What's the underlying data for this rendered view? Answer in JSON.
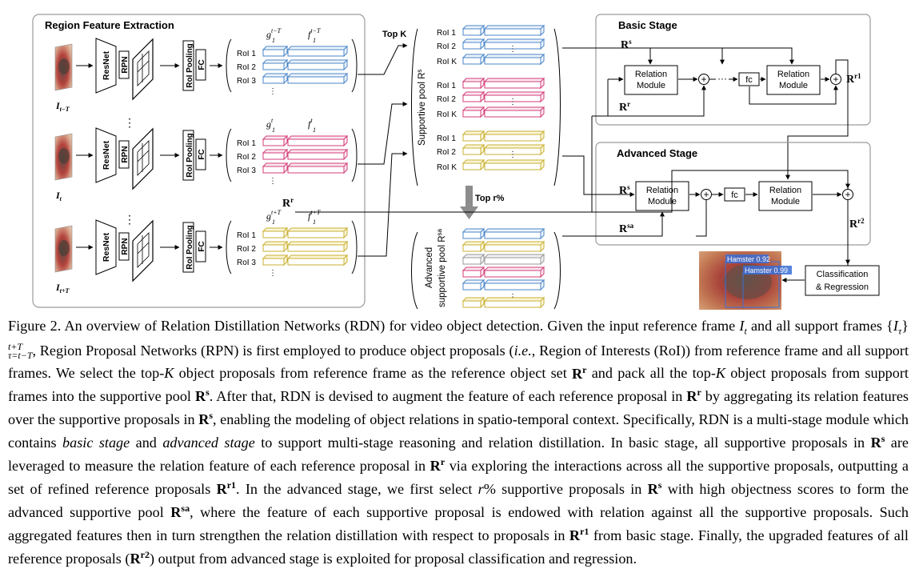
{
  "extraction": {
    "title": "Region Feature Extraction",
    "resnet": "ResNet",
    "rpn": "RPN",
    "roi_pooling": "RoI Pooling",
    "fc": "FC",
    "frames": [
      {
        "label": "I",
        "sub": "t−T",
        "g": "g",
        "g_sub": "1",
        "g_sup": "t−T",
        "f": "f",
        "f_sub": "1",
        "f_sup": "t−T",
        "rois": [
          "RoI 1",
          "RoI 2",
          "RoI 3"
        ],
        "color": "#4a86c8",
        "fill": "#eef4fb"
      },
      {
        "label": "I",
        "sub": "t",
        "g": "g",
        "g_sub": "1",
        "g_sup": "t",
        "f": "f",
        "f_sub": "1",
        "f_sup": "t",
        "rois": [
          "RoI 1",
          "RoI 2",
          "RoI 3"
        ],
        "color": "#d33d78",
        "fill": "#fbe8ef"
      },
      {
        "label": "I",
        "sub": "t+T",
        "g": "g",
        "g_sub": "1",
        "g_sup": "t+T",
        "f": "f",
        "f_sub": "1",
        "f_sup": "t+T",
        "rois": [
          "RoI 1",
          "RoI 2",
          "RoI 3"
        ],
        "color": "#c9b030",
        "fill": "#fbf5d9"
      }
    ],
    "dots": "⋮",
    "rr_label": "R",
    "rr_sup": "r"
  },
  "pool": {
    "top_k": "Top K",
    "title": "Supportive pool R",
    "title_sup": "s",
    "groups": [
      {
        "rois": [
          "RoI 1",
          "RoI 2",
          "RoI K"
        ],
        "color": "#4a86c8"
      },
      {
        "rois": [
          "RoI 1",
          "RoI 2",
          "RoI K"
        ],
        "color": "#d33d78"
      },
      {
        "rois": [
          "RoI 1",
          "RoI 2",
          "RoI K"
        ],
        "color": "#c9b030"
      }
    ],
    "top_r": "Top r%",
    "adv_title_1": "Advanced",
    "adv_title_2": "supportive pool R",
    "adv_title_sup": "sa",
    "adv_colors": [
      "#4a86c8",
      "#c9b030",
      "#999999",
      "#d33d78",
      "#4a86c8",
      "#c9b030"
    ]
  },
  "basic": {
    "title": "Basic Stage",
    "rs": "R",
    "rs_sup": "s",
    "rr": "R",
    "rr_sup": "r",
    "module": [
      "Relation",
      "Module"
    ],
    "fc": "fc",
    "dots": "···",
    "out": "R",
    "out_sup": "r1"
  },
  "advanced": {
    "title": "Advanced Stage",
    "rs": "R",
    "rs_sup": "s",
    "rsa": "R",
    "rsa_sup": "sa",
    "module": [
      "Relation",
      "Module"
    ],
    "fc": "fc",
    "out": "R",
    "out_sup": "r2"
  },
  "output": {
    "cls": [
      "Classification",
      "& Regression"
    ],
    "det1": "Hamster 0.92",
    "det2": "Hamster 0.99"
  },
  "caption": {
    "label": "Figure 2.",
    "parts": [
      "An overview of Relation Distillation Networks (RDN) for video object detection. Given the input reference frame ",
      "I",
      "t",
      " and all support frames {",
      "I",
      "τ",
      "}",
      "t+T",
      "τ=t−T",
      ", Region Proposal Networks (RPN) is first employed to produce object proposals (",
      "i.e.",
      ", Region of Interests (RoI)) from reference frame and all support frames. We select the top-",
      "K",
      " object proposals from reference frame as the reference object set ",
      "R",
      "r",
      " and pack all the top-",
      "K",
      " object proposals from support frames into the supportive pool ",
      "R",
      "s",
      ". After that, RDN is devised to augment the feature of each reference proposal in ",
      "R",
      "r",
      " by aggregating its relation features over the supportive proposals in ",
      "R",
      "s",
      ", enabling the modeling of object relations in spatio-temporal context. Specifically, RDN is a multi-stage module which contains ",
      "basic stage",
      " and ",
      "advanced stage",
      " to support multi-stage reasoning and relation distillation. In basic stage, all supportive proposals in ",
      "R",
      "s",
      " are leveraged to measure the relation feature of each reference proposal in ",
      "R",
      "r",
      " via exploring the interactions across all the supportive proposals, outputting a set of refined reference proposals ",
      "R",
      "r1",
      ". In the advanced stage, we first select ",
      "r",
      "% supportive proposals in ",
      "R",
      "s",
      " with high objectness scores to form the advanced supportive pool ",
      "R",
      "sa",
      ", where the feature of each supportive proposal is endowed with relation against all the supportive proposals. Such aggregated features then in turn strengthen the relation distillation with respect to proposals in ",
      "R",
      "r1",
      " from basic stage. Finally, the upgraded features of all reference proposals (",
      "R",
      "r2",
      ") output from advanced stage is exploited for proposal classification and regression."
    ]
  }
}
